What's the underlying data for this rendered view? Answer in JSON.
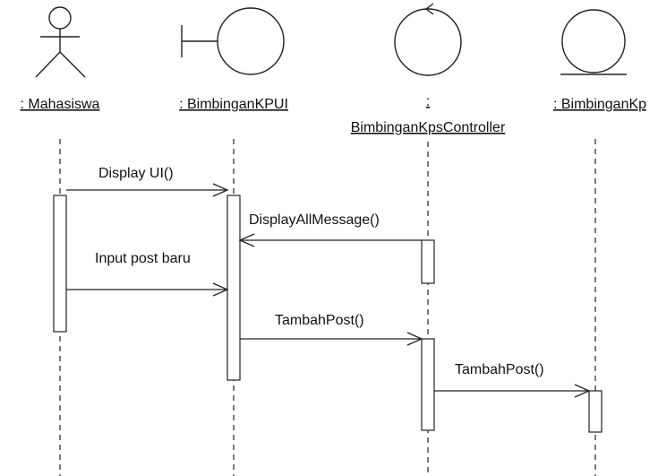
{
  "diagram": {
    "type": "uml-sequence",
    "lifelines": [
      {
        "id": "mahasiswa",
        "stereotype": "actor",
        "label_lines": [
          ": Mahasiswa"
        ]
      },
      {
        "id": "ui",
        "stereotype": "boundary",
        "label_lines": [
          ": BimbinganKPUI"
        ]
      },
      {
        "id": "ctrl",
        "stereotype": "control",
        "label_lines": [
          ":",
          "BimbinganKpsController"
        ]
      },
      {
        "id": "entity",
        "stereotype": "entity",
        "label_lines": [
          ": BimbinganKp"
        ]
      }
    ],
    "messages": [
      {
        "from": "mahasiswa",
        "to": "ui",
        "label": "Display UI()"
      },
      {
        "from": "ctrl",
        "to": "ui",
        "label": "DisplayAllMessage()"
      },
      {
        "from": "mahasiswa",
        "to": "ui",
        "label": "Input post baru"
      },
      {
        "from": "ui",
        "to": "ctrl",
        "label": "TambahPost()"
      },
      {
        "from": "ctrl",
        "to": "entity",
        "label": "TambahPost()"
      }
    ]
  }
}
